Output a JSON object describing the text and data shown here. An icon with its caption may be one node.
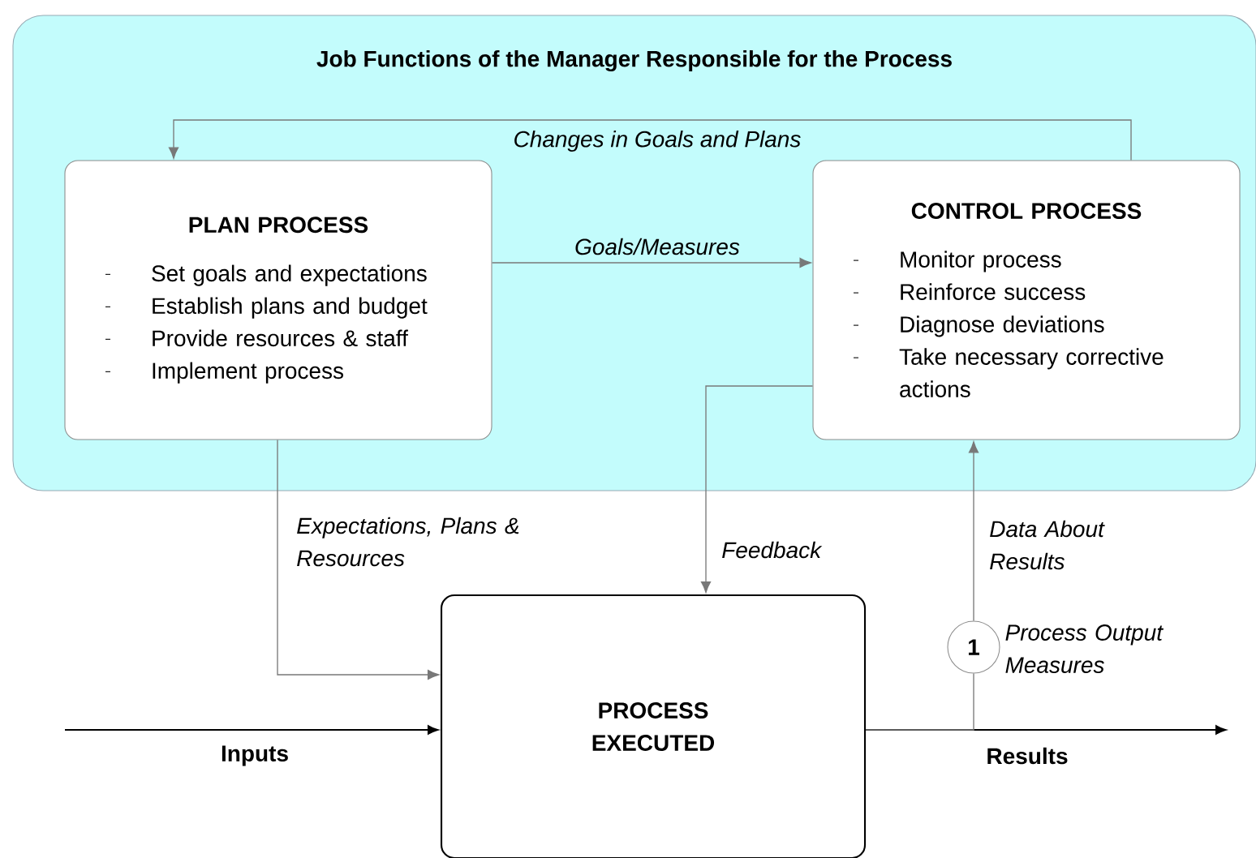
{
  "diagram": {
    "nodes": [
      {
        "text": [
          "Job Functions of the Manager Responsible for the Process"
        ]
      },
      {
        "text": [
          "PLAN PROCESS",
          "Set goals and expectations",
          "Establish plans and budget",
          "Provide resources & staff",
          "Implement process"
        ],
        "in": 0
      },
      {
        "text": [
          "CONTROL PROCESS",
          "Monitor process",
          "Reinforce success",
          "Diagnose deviations",
          "Take necessary corrective actions"
        ],
        "in": 0
      },
      {
        "text": [
          "PROCESS EXECUTED"
        ]
      },
      {
        "text": [
          "1"
        ],
        "beside": [
          "Process Output Measures"
        ]
      }
    ],
    "edges": [
      {
        "from": 2,
        "to": 1,
        "arrow": "to",
        "label": "Changes in Goals and Plans"
      },
      {
        "from": 1,
        "to": 2,
        "arrow": "to",
        "label": "Goals/Measures"
      },
      {
        "from": 1,
        "to": 3,
        "arrow": "to",
        "label": "Expectations, Plans & Resources"
      },
      {
        "from": 2,
        "to": 3,
        "arrow": "to",
        "label": "Feedback"
      },
      {
        "from": null,
        "to": 3,
        "arrow": "to",
        "label": "Inputs",
        "color": "#000000"
      },
      {
        "from": 3,
        "to": null,
        "arrow": "to",
        "label": "Results",
        "color": "#000000"
      },
      {
        "from": 3,
        "to": 4,
        "arrow": "none"
      },
      {
        "from": 4,
        "to": 2,
        "arrow": "to",
        "label": "Data About Results"
      }
    ]
  }
}
